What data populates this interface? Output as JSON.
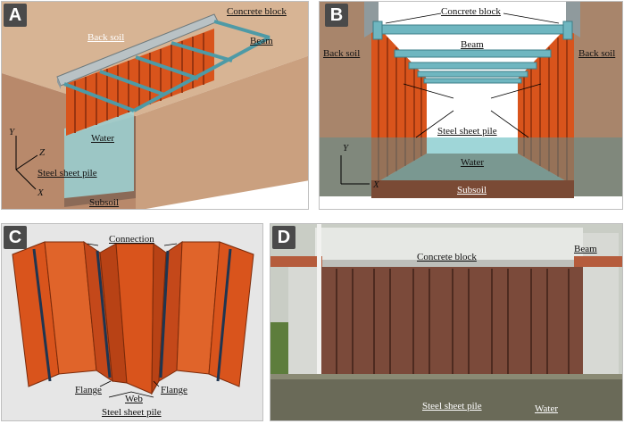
{
  "panels": {
    "a": {
      "badge": "A",
      "labels": {
        "back_soil": "Back soil",
        "concrete_block": "Concrete block",
        "beam": "Beam",
        "water": "Water",
        "steel_sheet_pile": "Steel sheet pile",
        "subsoil": "Subsoil",
        "axis_x": "X",
        "axis_y": "Y",
        "axis_z": "Z"
      }
    },
    "b": {
      "badge": "B",
      "labels": {
        "concrete_block": "Concrete block",
        "beam": "Beam",
        "back_soil_left": "Back soil",
        "back_soil_right": "Back soil",
        "steel_sheet_pile": "Steel sheet pile",
        "water": "Water",
        "subsoil": "Subsoil",
        "axis_x": "X",
        "axis_y": "Y"
      }
    },
    "c": {
      "badge": "C",
      "labels": {
        "connection": "Connection",
        "flange_left": "Flange",
        "flange_right": "Flange",
        "web": "Web",
        "steel_sheet_pile": "Steel sheet pile"
      }
    },
    "d": {
      "badge": "D",
      "labels": {
        "concrete_block": "Concrete block",
        "beam": "Beam",
        "steel_sheet_pile": "Steel sheet pile",
        "water": "Water"
      }
    }
  },
  "colors": {
    "sheet_pile": "#d9541c",
    "soil": "#caa07f",
    "concrete": "#b9c2c5",
    "beam": "#6fb6c0",
    "water": "#9fd6d8",
    "subsoil": "#7a4a35"
  }
}
